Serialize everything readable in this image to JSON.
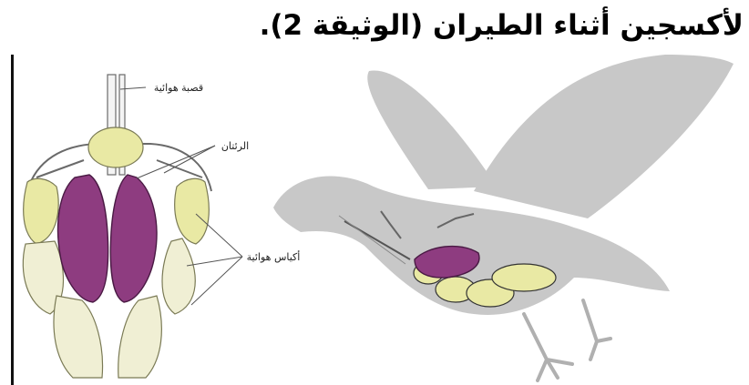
{
  "heading": "لأكسجين أثناء الطيران (الوثيقة 2).",
  "labels": {
    "trachea": "قصبة هوائية",
    "lungs": "الرئتان",
    "air_sacs": "أكياس هوائية"
  },
  "colors": {
    "lung": "#8e3c80",
    "air_sac": "#e9e9a4",
    "air_sac_pale": "#f0efd4",
    "bird_silhouette": "#c8c8c8",
    "outline": "#5a5a5a"
  }
}
